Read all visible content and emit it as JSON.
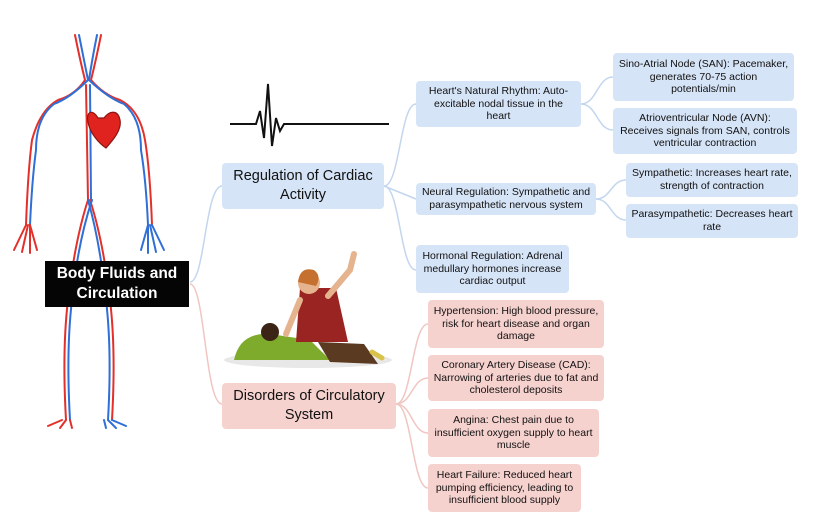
{
  "root": {
    "label": "Body Fluids and Circulation"
  },
  "branches": [
    {
      "label": "Regulation of Cardiac Activity",
      "children": [
        {
          "label": "Heart's Natural Rhythm: Auto-excitable nodal tissue in the heart",
          "children": [
            {
              "label": "Sino-Atrial Node (SAN): Pacemaker, generates 70-75 action potentials/min"
            },
            {
              "label": "Atrioventricular Node (AVN): Receives signals from SAN, controls ventricular contraction"
            }
          ]
        },
        {
          "label": "Neural Regulation: Sympathetic and parasympathetic nervous system",
          "children": [
            {
              "label": "Sympathetic: Increases heart rate, strength of contraction"
            },
            {
              "label": "Parasympathetic: Decreases heart rate"
            }
          ]
        },
        {
          "label": "Hormonal Regulation: Adrenal medullary hormones increase cardiac output"
        }
      ]
    },
    {
      "label": "Disorders of Circulatory System",
      "children": [
        {
          "label": "Hypertension: High blood pressure, risk for heart disease and organ damage"
        },
        {
          "label": "Coronary Artery Disease (CAD): Narrowing of arteries due to fat and cholesterol deposits"
        },
        {
          "label": "Angina: Chest pain due to insufficient oxygen supply to heart muscle"
        },
        {
          "label": "Heart Failure: Reduced heart pumping efficiency, leading to insufficient blood supply"
        }
      ]
    }
  ],
  "colors": {
    "branch_blue": "#d6e4f7",
    "branch_pink": "#f6d2cf",
    "connector_blue": "#c3d6ee",
    "connector_pink": "#f0c6c2",
    "artery": "#e3302b",
    "vein": "#2f6fd6"
  },
  "illustrations": [
    "circulatory-system-figure",
    "heart-icon",
    "ecg-waveform",
    "cpr-scene"
  ]
}
